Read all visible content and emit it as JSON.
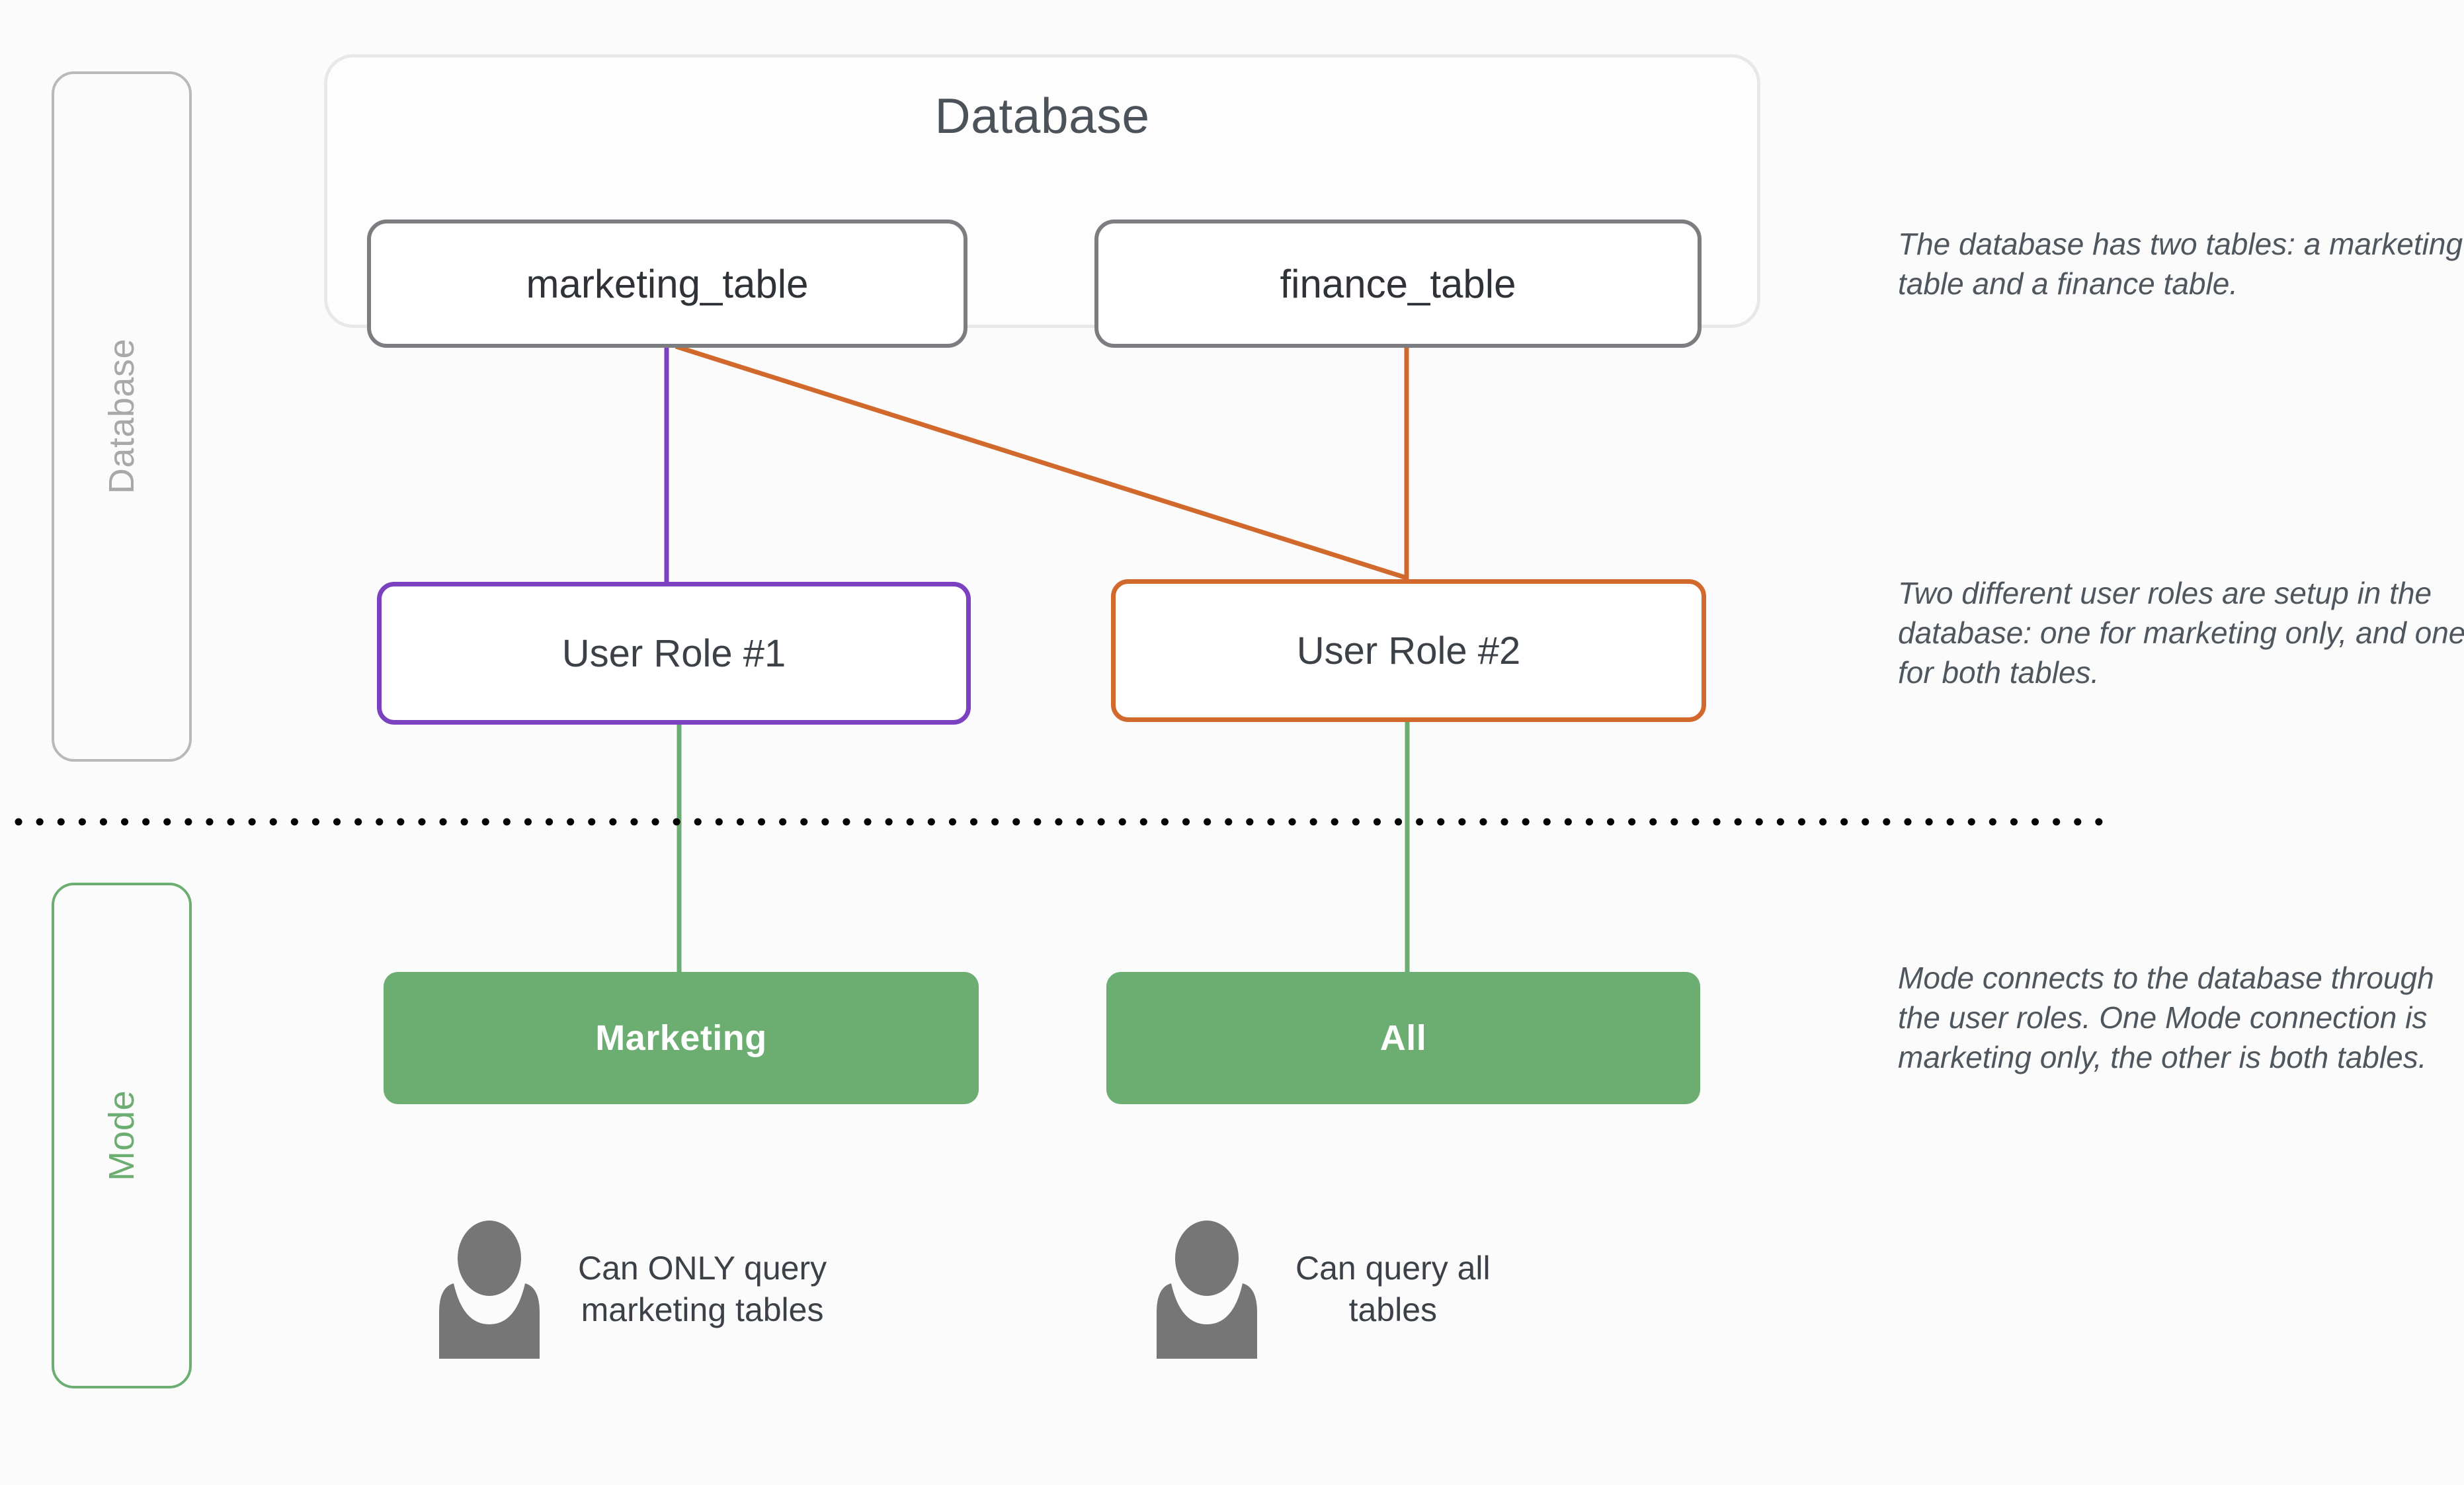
{
  "lanes": [
    {
      "id": "database",
      "label": "Database",
      "color": "#a8a8a8"
    },
    {
      "id": "mode",
      "label": "Mode",
      "color": "#6cae72"
    }
  ],
  "database_group": {
    "title": "Database",
    "border_color": "#e8e8e8",
    "tables": [
      {
        "id": "marketing",
        "label": "marketing_table"
      },
      {
        "id": "finance",
        "label": "finance_table"
      }
    ]
  },
  "roles": [
    {
      "id": "role1",
      "label": "User Role #1",
      "color": "#7b41c0"
    },
    {
      "id": "role2",
      "label": "User Role #2",
      "color": "#d2692c"
    }
  ],
  "connections": [
    {
      "id": "marketing",
      "label": "Marketing",
      "color": "#6cae72"
    },
    {
      "id": "all",
      "label": "All",
      "color": "#6cae72"
    }
  ],
  "personas": [
    {
      "id": "marketing-user",
      "icon": "person-icon",
      "caption": "Can ONLY query\nmarketing tables"
    },
    {
      "id": "all-user",
      "icon": "person-icon",
      "caption": "Can query all\ntables"
    }
  ],
  "notes": {
    "database": "The database has two tables: a marketing table and a finance table.",
    "roles": "Two different user roles are setup in the database: one for marketing only, and one for both tables.",
    "mode": "Mode connects to the database through the user roles. One Mode connection is marketing only, the other is both tables."
  },
  "divider": {
    "style": "dotted",
    "color": "#050505"
  },
  "palette": {
    "purple": "#7b41c0",
    "orange": "#d2692c",
    "green": "#6cae72",
    "gray_border": "#7b7d80",
    "light_gray_border": "#e8e8e8",
    "text": "#3c4147",
    "persona_gray": "#767676",
    "background": "#fbfbfb"
  }
}
